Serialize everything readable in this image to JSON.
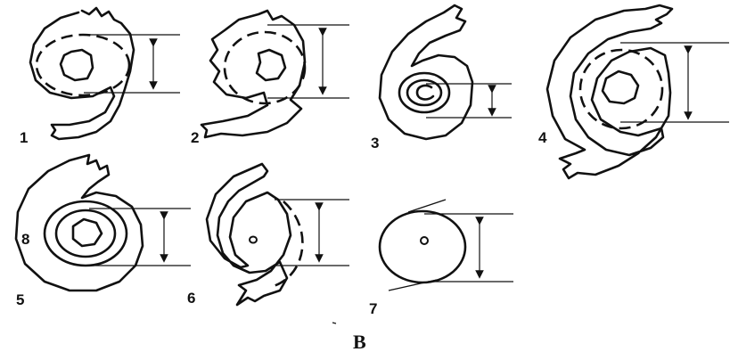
{
  "figure": {
    "panels": [
      {
        "label": "1"
      },
      {
        "label": "2"
      },
      {
        "label": "3"
      },
      {
        "label": "4"
      },
      {
        "label": "5",
        "inner_mark": "8"
      },
      {
        "label": "6"
      },
      {
        "label": "7"
      }
    ],
    "caption": "B"
  }
}
